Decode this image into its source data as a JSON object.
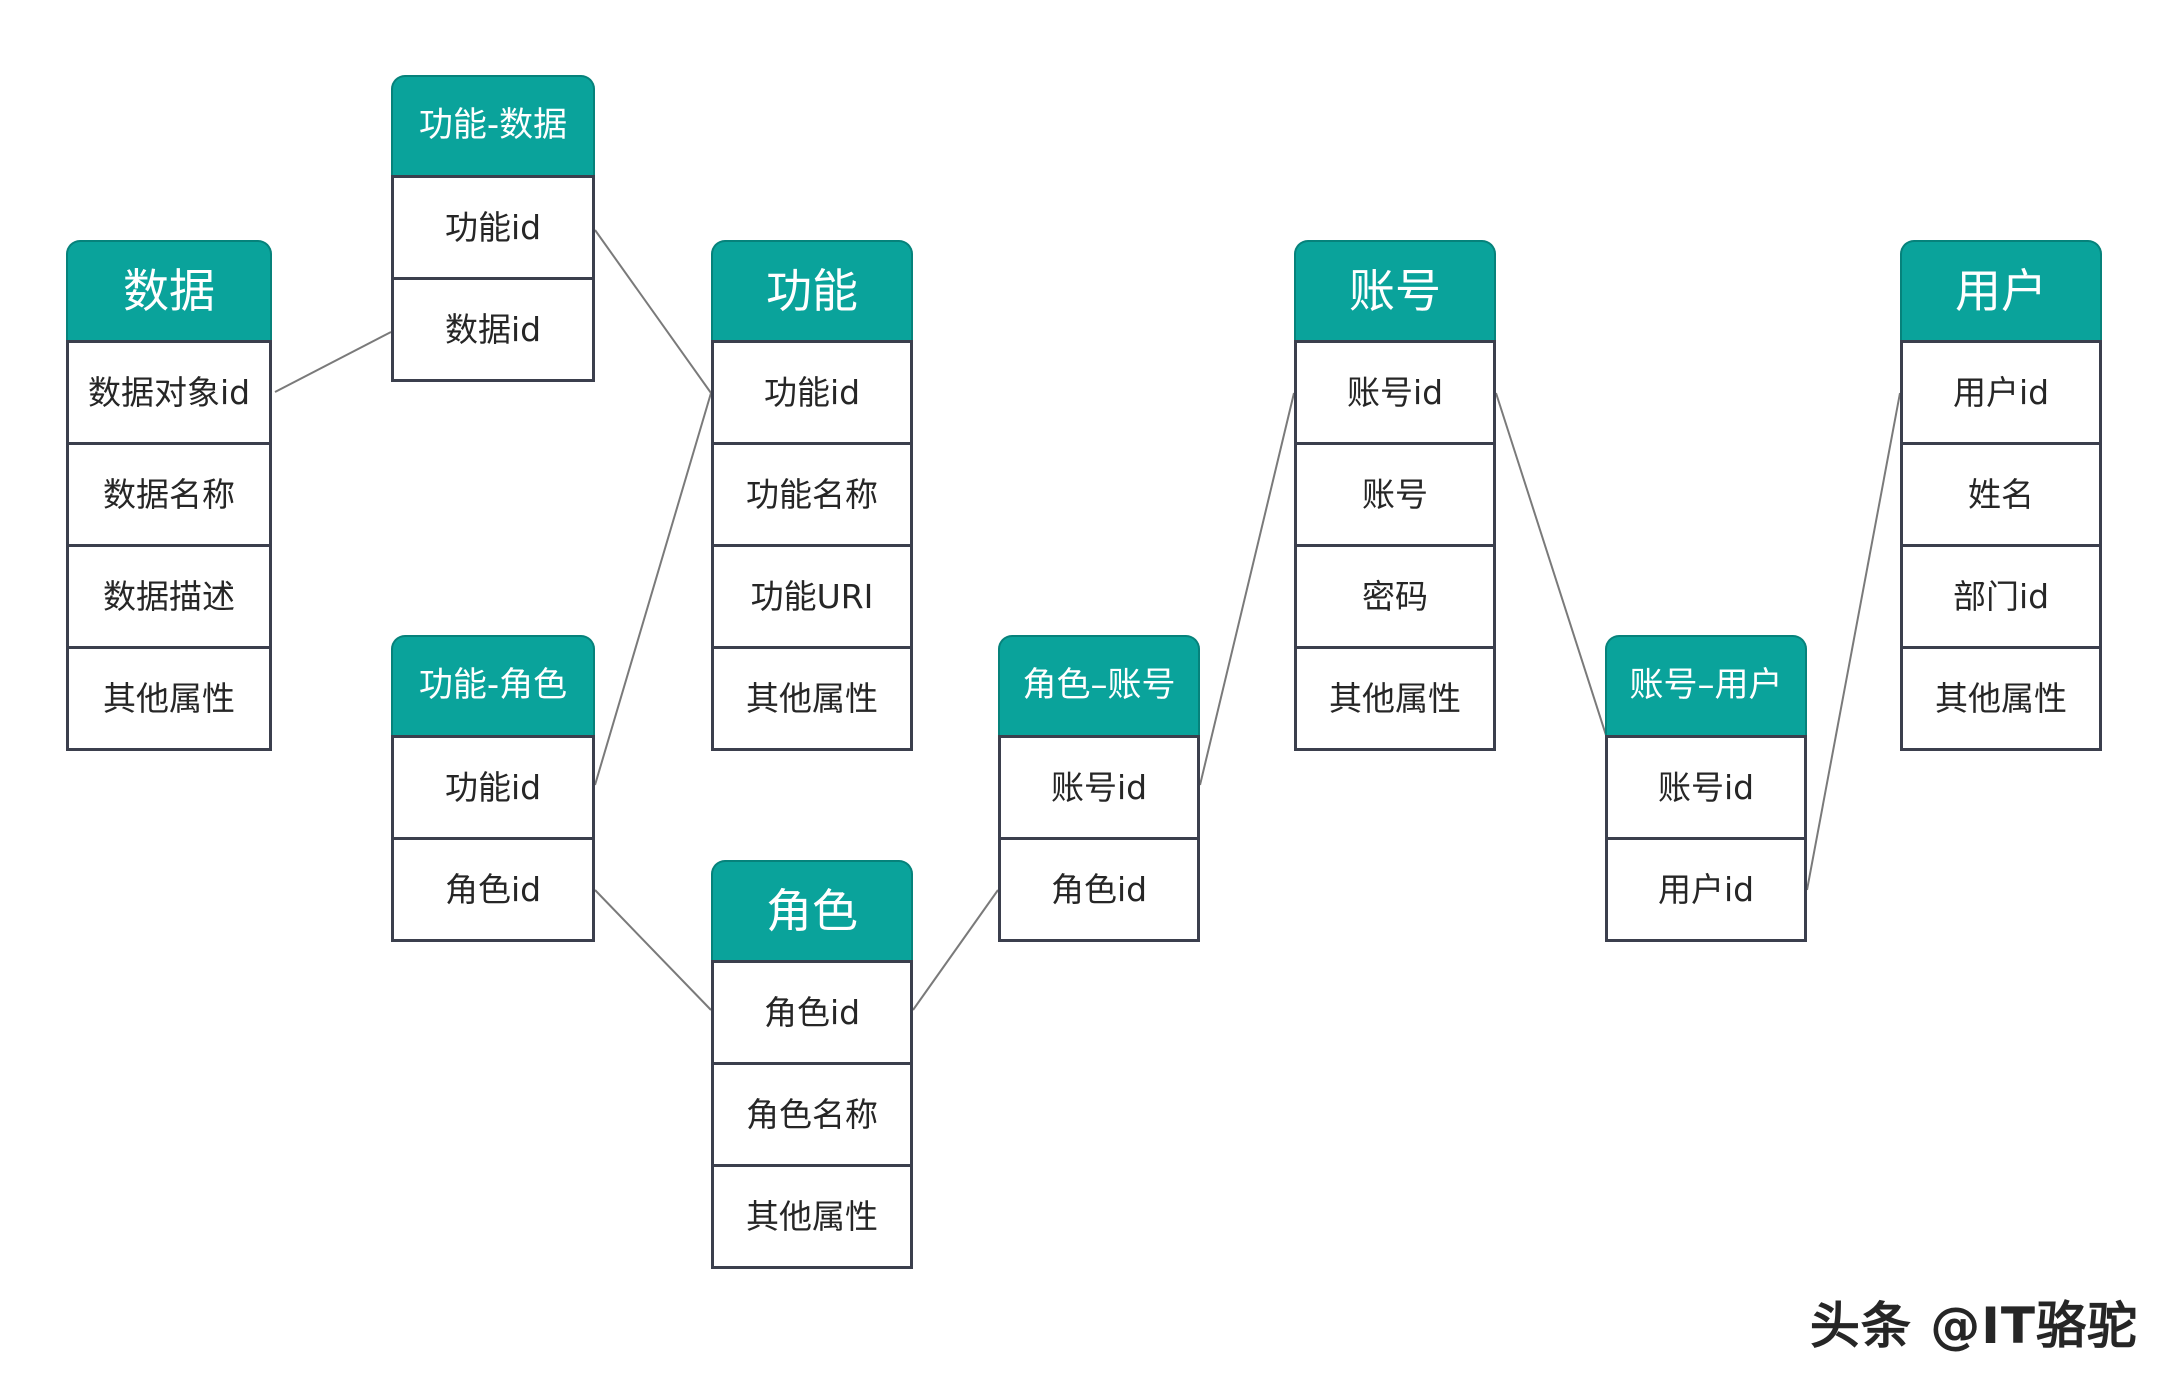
{
  "tables": {
    "data": {
      "title": "数据",
      "rows": [
        "数据对象id",
        "数据名称",
        "数据描述",
        "其他属性"
      ]
    },
    "func_data": {
      "title": "功能-数据",
      "rows": [
        "功能id",
        "数据id"
      ]
    },
    "func": {
      "title": "功能",
      "rows": [
        "功能id",
        "功能名称",
        "功能URI",
        "其他属性"
      ]
    },
    "func_role": {
      "title": "功能-角色",
      "rows": [
        "功能id",
        "角色id"
      ]
    },
    "role": {
      "title": "角色",
      "rows": [
        "角色id",
        "角色名称",
        "其他属性"
      ]
    },
    "role_account": {
      "title": "角色–账号",
      "rows": [
        "账号id",
        "角色id"
      ]
    },
    "account": {
      "title": "账号",
      "rows": [
        "账号id",
        "账号",
        "密码",
        "其他属性"
      ]
    },
    "account_user": {
      "title": "账号–用户",
      "rows": [
        "账号id",
        "用户id"
      ]
    },
    "user": {
      "title": "用户",
      "rows": [
        "用户id",
        "姓名",
        "部门id",
        "其他属性"
      ]
    }
  },
  "colors": {
    "header": "#0aa39b",
    "border": "#3b3f4d",
    "connector": "#7a7a7a"
  },
  "watermark": "头条 @IT骆驼"
}
